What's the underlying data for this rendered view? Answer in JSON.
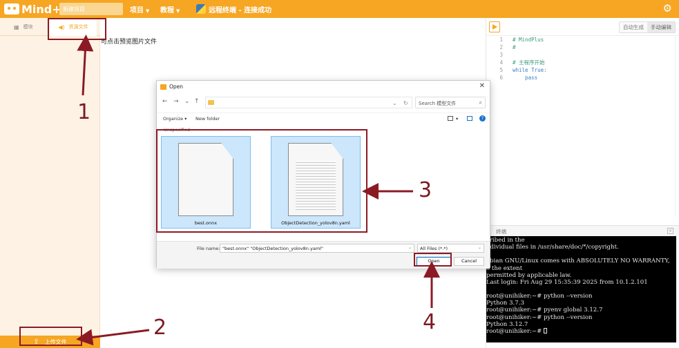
{
  "app": {
    "logo_text": "Mind+",
    "project_name": "新建项目",
    "menus": [
      {
        "label": "项目"
      },
      {
        "label": "教程"
      }
    ],
    "remote_status": "远程终端 - 连接成功",
    "settings_icon": "gear-icon"
  },
  "sidebar": {
    "tabs": [
      {
        "label": "模块",
        "icon": "blocks-icon"
      },
      {
        "label": "资源文件",
        "icon": "speaker-icon"
      }
    ],
    "upload_label": "上传文件"
  },
  "main": {
    "preview_hint": "可点击预览图片文件"
  },
  "editor": {
    "modes": [
      "自动生成",
      "手动编辑"
    ],
    "lines": [
      {
        "num": "1",
        "text": "# MindPlus",
        "type": "comment"
      },
      {
        "num": "2",
        "text": "#",
        "type": "comment"
      },
      {
        "num": "3",
        "text": "",
        "type": "code"
      },
      {
        "num": "4",
        "text": "# 主程序开始",
        "type": "comment"
      },
      {
        "num": "5",
        "text": "while True:",
        "type": "code"
      },
      {
        "num": "6",
        "text": "    pass",
        "type": "code"
      }
    ]
  },
  "terminal": {
    "title": "终端",
    "lines": [
      "cribed in the",
      "ndividual files in /usr/share/doc/*/copyright.",
      "",
      "ebian GNU/Linux comes with ABSOLUTELY NO WARRANTY,",
      "o the extent",
      "permitted by applicable law.",
      "Last login: Fri Aug 29 15:35:39 2025 from 10.1.2.101",
      "",
      "root@unihiker:~# python --version",
      "Python 3.7.3",
      "root@unihiker:~# pyenv global 3.12.7",
      "root@unihiker:~# python --version",
      "Python 3.12.7",
      "root@unihiker:~# "
    ]
  },
  "dialog": {
    "title": "Open",
    "search_placeholder": "Search 模型文件",
    "organize": "Organize ▾",
    "new_folder": "New folder",
    "section": "Unspecified",
    "files": [
      {
        "name": "best.onnx",
        "icon": "blank-file-icon"
      },
      {
        "name": "ObjectDetection_yolov8n.yaml",
        "icon": "text-file-icon"
      }
    ],
    "file_name_label": "File name:",
    "file_name_value": "\"best.onnx\" \"ObjectDetection_yolov8n.yaml\"",
    "filter": "All Files (*.*)",
    "open_label": "Open",
    "cancel_label": "Cancel"
  },
  "annotations": {
    "numbers": [
      "1",
      "2",
      "3",
      "4"
    ],
    "color": "#8b1a24"
  },
  "colors": {
    "brand": "#f6a623",
    "accent": "#0067c0"
  }
}
